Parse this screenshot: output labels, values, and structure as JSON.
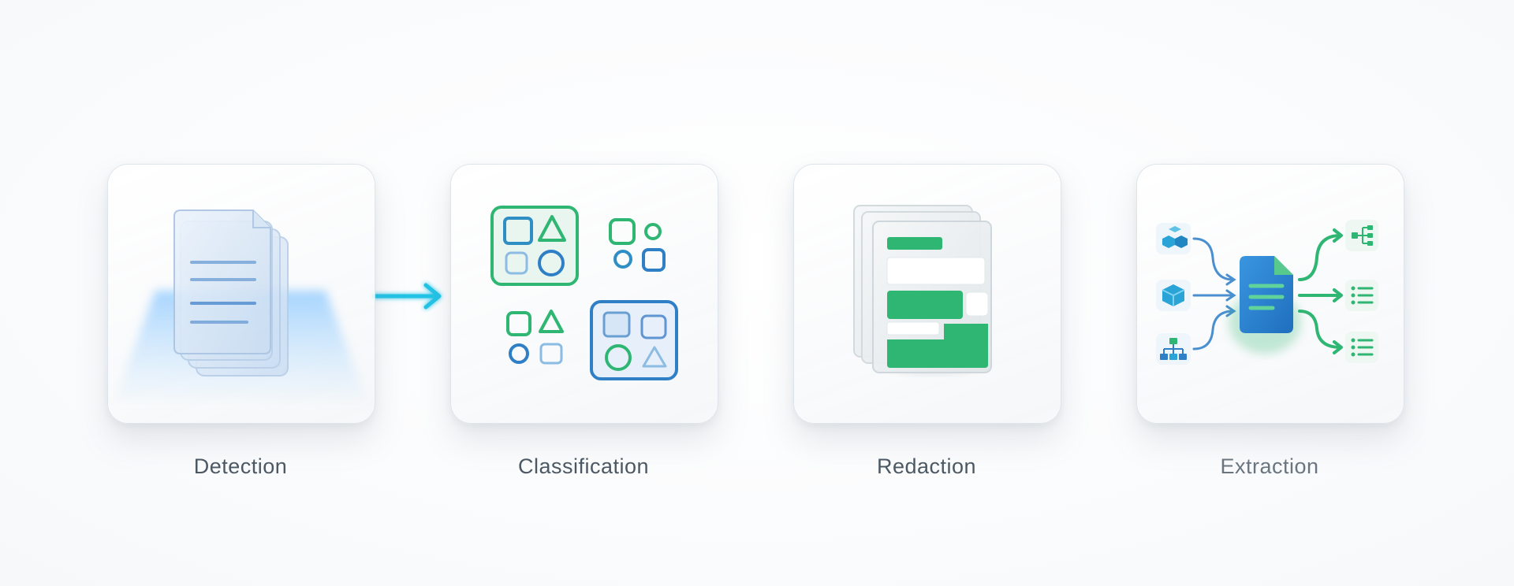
{
  "steps": [
    {
      "label": "Detection"
    },
    {
      "label": "Classification"
    },
    {
      "label": "Redaction"
    },
    {
      "label": "Extraction"
    }
  ],
  "colors": {
    "connector": "#22c3e6",
    "green": "#2fb673",
    "blue": "#2f7fc7",
    "label": "#4c5863"
  },
  "icons": {
    "detection": "document-scan-icon",
    "classification": "shape-groups-icon",
    "redaction": "redacted-document-icon",
    "extraction": "data-extraction-icon"
  }
}
